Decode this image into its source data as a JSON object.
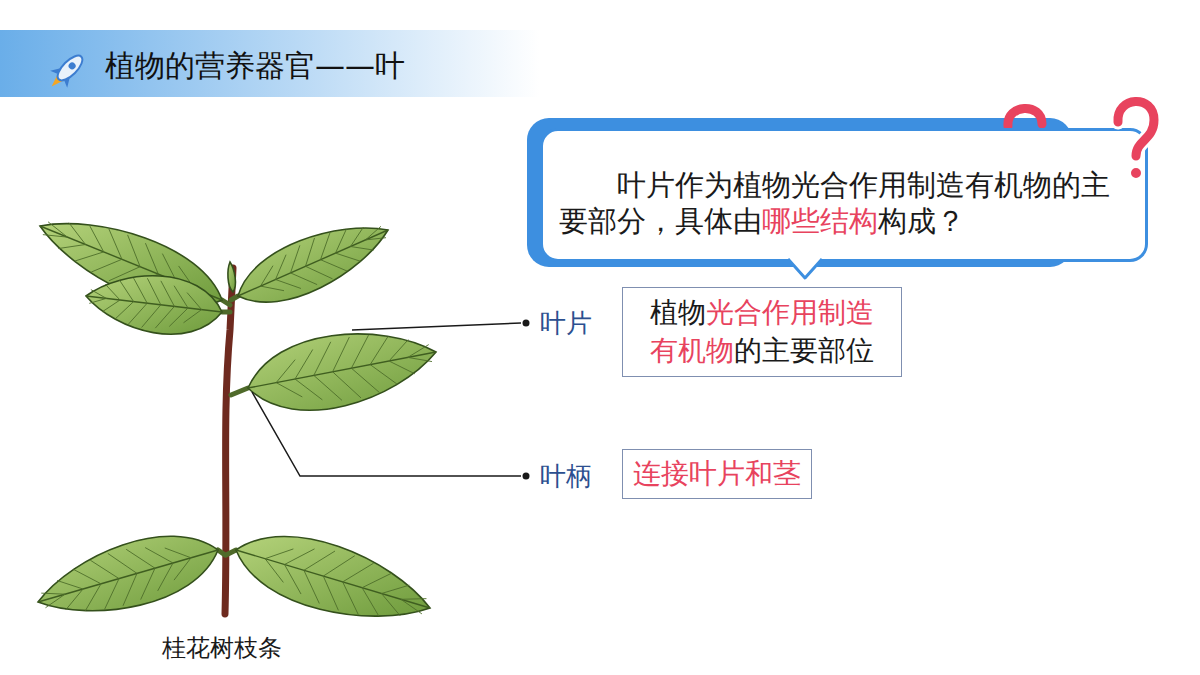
{
  "diagram": {
    "title": "植物的营养器官——叶",
    "caption": "桂花树枝条",
    "nodes": [
      {
        "text": [
          "叶片作为植物光合作用制造有机物的主要部分，具体由哪些结构构成？"
        ]
      },
      {
        "text": [
          "植物光合作用制造有机物的主要部位"
        ]
      },
      {
        "text": [
          "连接叶片和茎"
        ]
      }
    ],
    "labels": [
      "叶片",
      "叶柄"
    ]
  }
}
